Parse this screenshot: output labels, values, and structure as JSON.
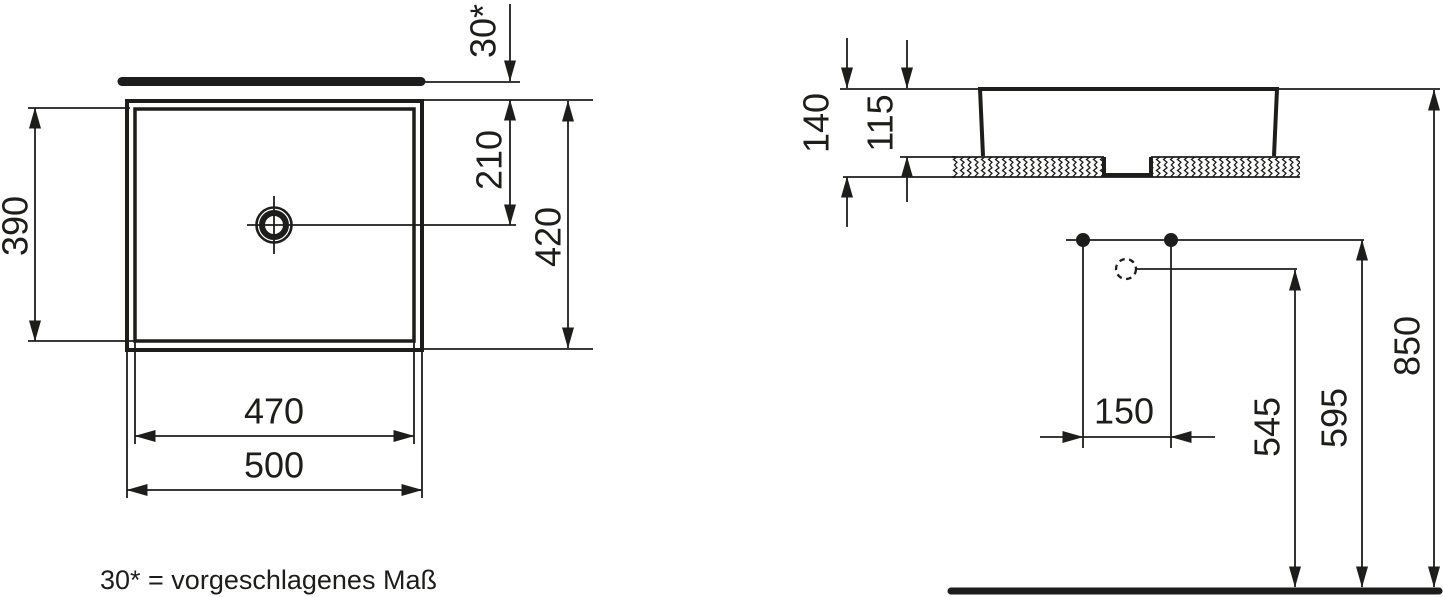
{
  "colors": {
    "ink": "#1d1d1b",
    "background": "#ffffff"
  },
  "note": "30* = vorgeschlagenes Maß",
  "top_view": {
    "wall_offset": "30*",
    "inner_depth": "390",
    "drain_to_rim": "210",
    "outer_depth": "420",
    "inner_width": "470",
    "outer_width": "500"
  },
  "side_view": {
    "total_height": "140",
    "body_height": "115"
  },
  "installation": {
    "fixing_hole_spacing": "150",
    "tap_hole_height": "545",
    "fixing_hole_height": "595",
    "rim_height": "850"
  }
}
